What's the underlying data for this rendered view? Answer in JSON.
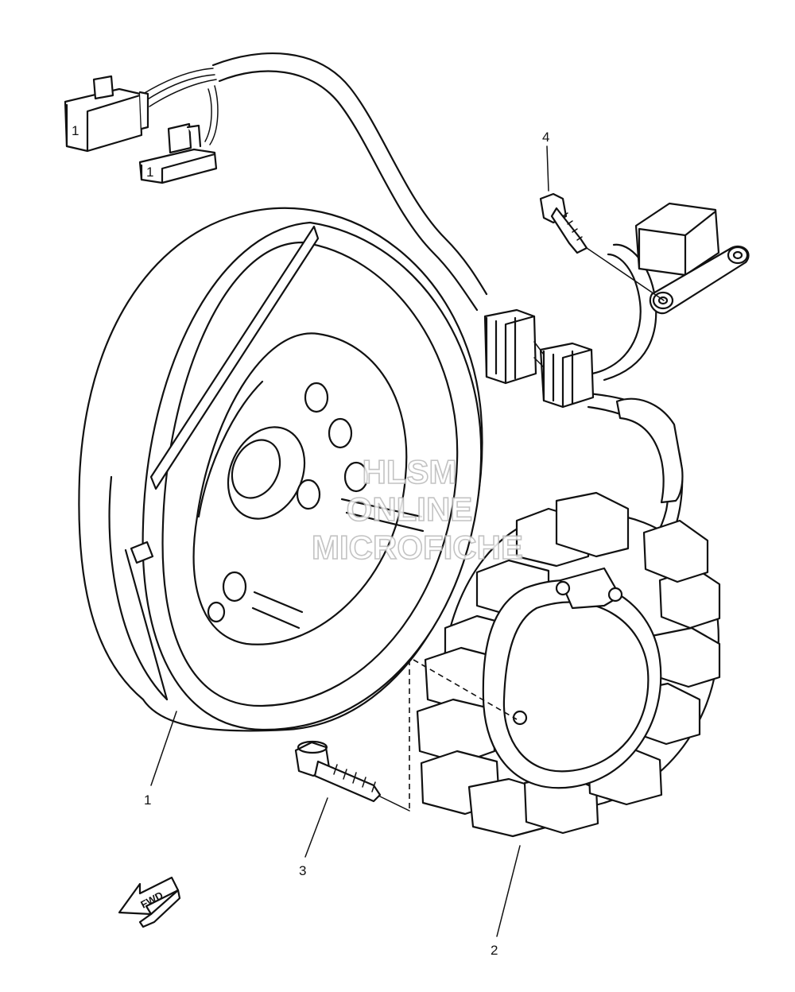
{
  "callouts": [
    {
      "id": "1",
      "label": "1"
    },
    {
      "id": "2",
      "label": "2"
    },
    {
      "id": "3",
      "label": "3"
    },
    {
      "id": "4",
      "label": "4"
    }
  ],
  "watermark": {
    "line1": "HLSM",
    "line2": "ONLINE",
    "line3": "MICROFICHE"
  },
  "direction_arrow": {
    "label": "FWD"
  },
  "connector_marks": {
    "left": "1",
    "right": "1"
  },
  "colors": {
    "line": "#111111",
    "background": "#ffffff",
    "watermark_outline": "#b9b9b9"
  }
}
